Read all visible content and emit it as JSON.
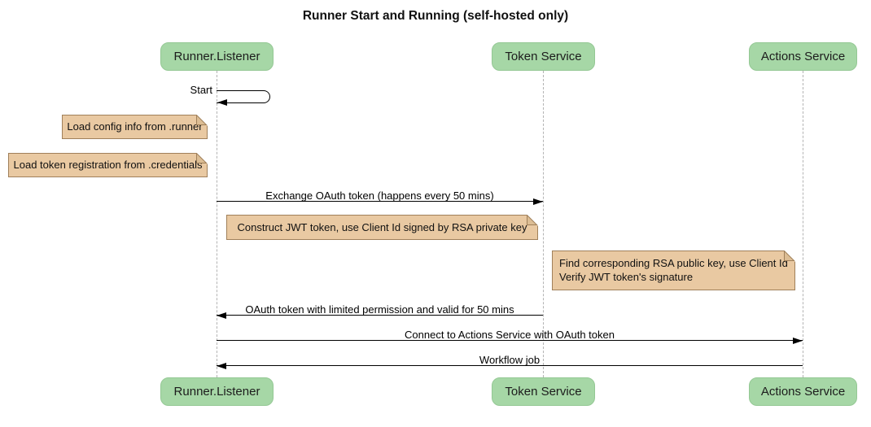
{
  "title": "Runner Start and Running (self-hosted only)",
  "participants": [
    {
      "id": "runner-listener",
      "label": "Runner.Listener"
    },
    {
      "id": "token-service",
      "label": "Token Service"
    },
    {
      "id": "actions-service",
      "label": "Actions Service"
    }
  ],
  "messages": [
    {
      "label": "Start",
      "from": "runner-listener",
      "to": "runner-listener",
      "kind": "self"
    },
    {
      "label": "Exchange OAuth token (happens every 50 mins)",
      "from": "runner-listener",
      "to": "token-service",
      "kind": "solid-right"
    },
    {
      "label": "OAuth token with limited permission and valid for 50 mins",
      "from": "token-service",
      "to": "runner-listener",
      "kind": "solid-left"
    },
    {
      "label": "Connect to Actions Service with OAuth token",
      "from": "runner-listener",
      "to": "actions-service",
      "kind": "solid-right"
    },
    {
      "label": "Workflow job",
      "from": "actions-service",
      "to": "runner-listener",
      "kind": "solid-left"
    }
  ],
  "notes": [
    {
      "text": "Load config info from .runner",
      "anchor": "left-of-runner-listener"
    },
    {
      "text": "Load token registration from .credentials",
      "anchor": "left-of-runner-listener"
    },
    {
      "text": "Construct JWT token, use Client Id signed by RSA private key",
      "anchor": "between-runner-listener-and-token-service"
    },
    {
      "lines": [
        "Find corresponding RSA public key, use Client Id",
        "Verify JWT token's signature"
      ],
      "anchor": "left-of-actions-service"
    }
  ],
  "colors": {
    "background": "#ffffff",
    "participant_fill": "#a6d7a6",
    "participant_border": "#94c894",
    "note_fill": "#e9c9a2",
    "note_border": "#a0805a",
    "note_fold": "#dcbd94",
    "lifeline": "#b3b3b3",
    "arrow": "#000000",
    "text": "#000000"
  }
}
